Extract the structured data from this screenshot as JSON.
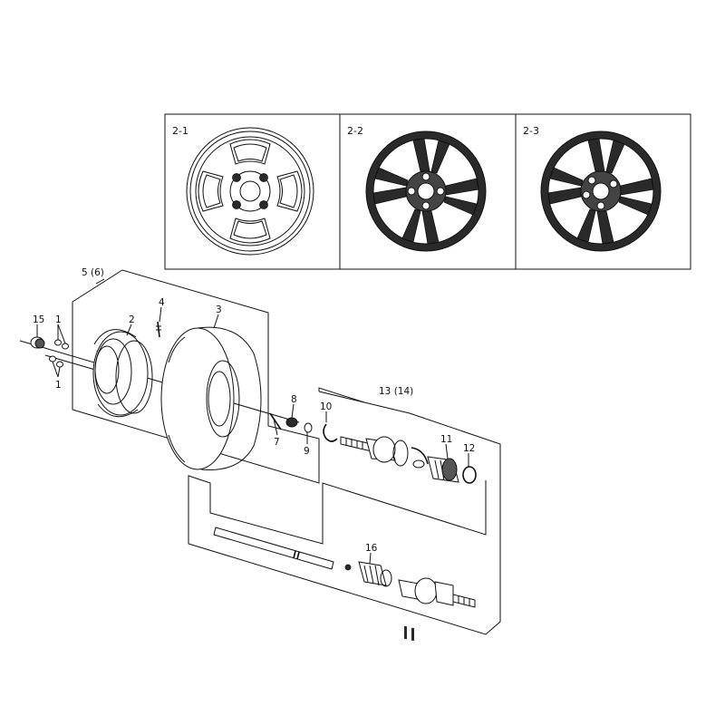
{
  "variants": [
    {
      "label": "2-1",
      "style": "rim-style-a"
    },
    {
      "label": "2-2",
      "style": "rim-style-b"
    },
    {
      "label": "2-3",
      "style": "rim-style-c"
    }
  ],
  "callouts": {
    "p1_top": "1",
    "p1_bottom": "1",
    "p2": "2",
    "p3": "3",
    "p4": "4",
    "p5": "5 (6)",
    "p7": "7",
    "p8": "8",
    "p9": "9",
    "p10": "10",
    "p11": "11",
    "p12": "12",
    "p13": "13 (14)",
    "p15": "15",
    "p16": "16"
  },
  "colors": {
    "line": "#111111",
    "background": "#ffffff",
    "dark_fill": "#2a2a2a"
  }
}
